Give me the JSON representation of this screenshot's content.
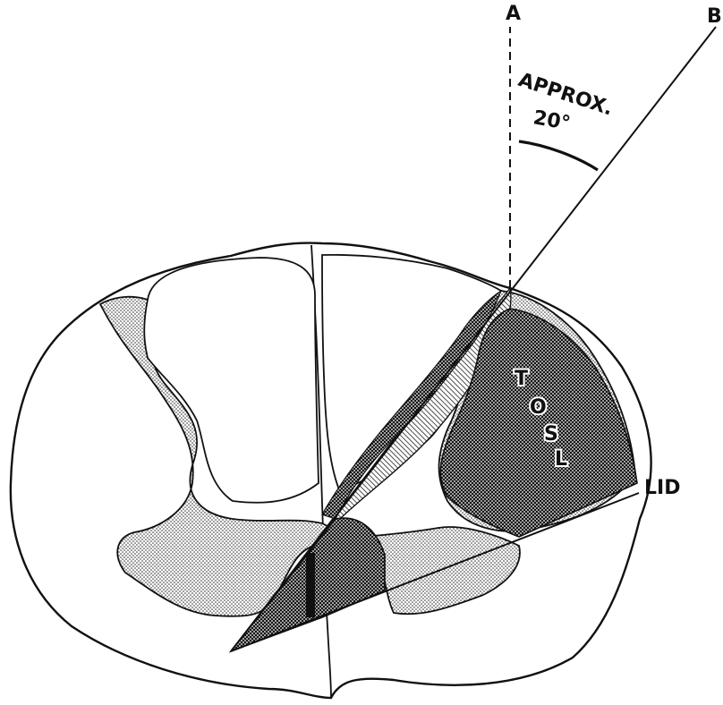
{
  "labels": {
    "line_a": "A",
    "line_b": "B",
    "angle_line1": "APPROX.",
    "angle_line2": "20°",
    "lid": "LID",
    "tract": [
      "T",
      "O",
      "S",
      "L"
    ]
  },
  "colors": {
    "ink": "#111111",
    "background": "#ffffff"
  }
}
